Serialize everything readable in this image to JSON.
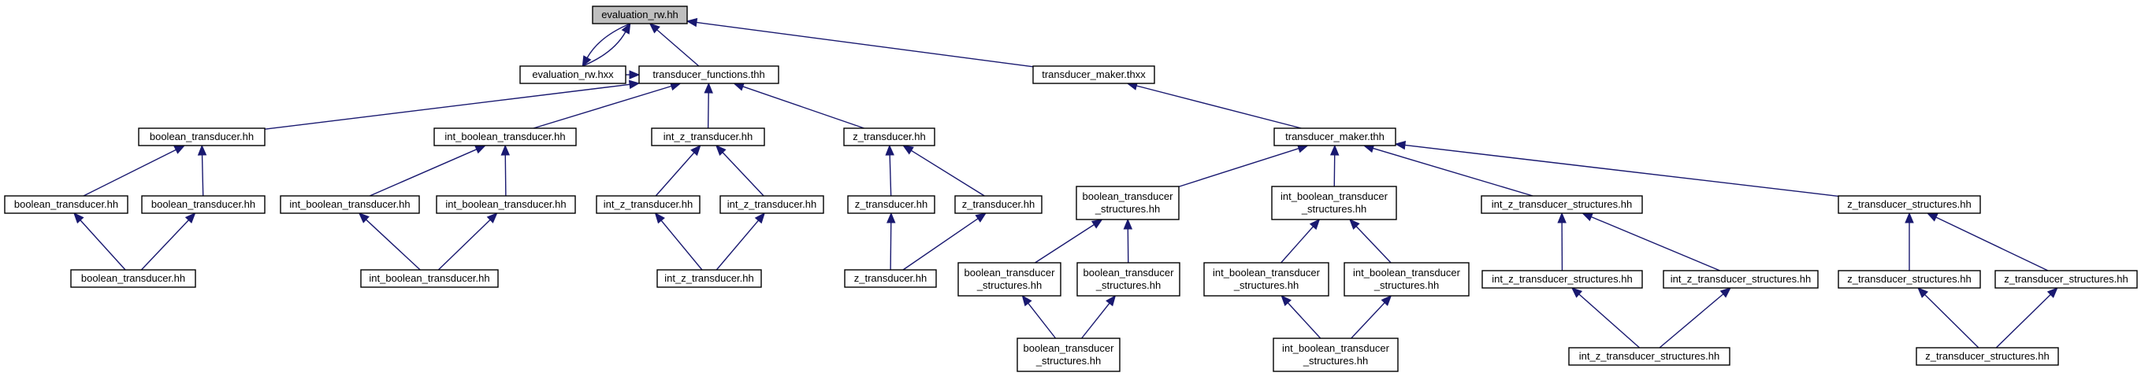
{
  "graph": {
    "colors": {
      "edge": "#191970",
      "node_border": "#000000",
      "node_fill": "#ffffff",
      "root_fill": "#bfbfbf"
    },
    "nodes": [
      {
        "id": "n0",
        "lines": [
          "evaluation_rw.hh"
        ],
        "root": true
      },
      {
        "id": "n1",
        "lines": [
          "evaluation_rw.hxx"
        ]
      },
      {
        "id": "n2",
        "lines": [
          "transducer_functions.thh"
        ]
      },
      {
        "id": "n3",
        "lines": [
          "transducer_maker.thxx"
        ]
      },
      {
        "id": "n4",
        "lines": [
          "boolean_transducer.hh"
        ]
      },
      {
        "id": "n5",
        "lines": [
          "int_boolean_transducer.hh"
        ]
      },
      {
        "id": "n6",
        "lines": [
          "int_z_transducer.hh"
        ]
      },
      {
        "id": "n7",
        "lines": [
          "z_transducer.hh"
        ]
      },
      {
        "id": "n8",
        "lines": [
          "transducer_maker.thh"
        ]
      },
      {
        "id": "n9",
        "lines": [
          "boolean_transducer.hh"
        ]
      },
      {
        "id": "n10",
        "lines": [
          "boolean_transducer.hh"
        ]
      },
      {
        "id": "n11",
        "lines": [
          "int_boolean_transducer.hh"
        ]
      },
      {
        "id": "n12",
        "lines": [
          "int_boolean_transducer.hh"
        ]
      },
      {
        "id": "n13",
        "lines": [
          "int_z_transducer.hh"
        ]
      },
      {
        "id": "n14",
        "lines": [
          "int_z_transducer.hh"
        ]
      },
      {
        "id": "n15",
        "lines": [
          "z_transducer.hh"
        ]
      },
      {
        "id": "n16",
        "lines": [
          "z_transducer.hh"
        ]
      },
      {
        "id": "n17",
        "lines": [
          "boolean_transducer",
          "_structures.hh"
        ]
      },
      {
        "id": "n18",
        "lines": [
          "int_boolean_transducer",
          "_structures.hh"
        ]
      },
      {
        "id": "n19",
        "lines": [
          "int_z_transducer_structures.hh"
        ]
      },
      {
        "id": "n20",
        "lines": [
          "z_transducer_structures.hh"
        ]
      },
      {
        "id": "n21",
        "lines": [
          "boolean_transducer.hh"
        ]
      },
      {
        "id": "n22",
        "lines": [
          "int_boolean_transducer.hh"
        ]
      },
      {
        "id": "n23",
        "lines": [
          "int_z_transducer.hh"
        ]
      },
      {
        "id": "n24",
        "lines": [
          "z_transducer.hh"
        ]
      },
      {
        "id": "n25",
        "lines": [
          "boolean_transducer",
          "_structures.hh"
        ]
      },
      {
        "id": "n26",
        "lines": [
          "boolean_transducer",
          "_structures.hh"
        ]
      },
      {
        "id": "n27",
        "lines": [
          "int_boolean_transducer",
          "_structures.hh"
        ]
      },
      {
        "id": "n28",
        "lines": [
          "int_boolean_transducer",
          "_structures.hh"
        ]
      },
      {
        "id": "n29",
        "lines": [
          "int_z_transducer_structures.hh"
        ]
      },
      {
        "id": "n30",
        "lines": [
          "int_z_transducer_structures.hh"
        ]
      },
      {
        "id": "n31",
        "lines": [
          "z_transducer_structures.hh"
        ]
      },
      {
        "id": "n32",
        "lines": [
          "z_transducer_structures.hh"
        ]
      },
      {
        "id": "n33",
        "lines": [
          "boolean_transducer",
          "_structures.hh"
        ]
      },
      {
        "id": "n34",
        "lines": [
          "int_boolean_transducer",
          "_structures.hh"
        ]
      },
      {
        "id": "n35",
        "lines": [
          "int_z_transducer_structures.hh"
        ]
      },
      {
        "id": "n36",
        "lines": [
          "z_transducer_structures.hh"
        ]
      }
    ],
    "edges": [
      {
        "from": "n1",
        "to": "n0"
      },
      {
        "from": "n0",
        "to": "n1"
      },
      {
        "from": "n2",
        "to": "n0"
      },
      {
        "from": "n3",
        "to": "n0"
      },
      {
        "from": "n1",
        "to": "n2"
      },
      {
        "from": "n4",
        "to": "n2"
      },
      {
        "from": "n5",
        "to": "n2"
      },
      {
        "from": "n6",
        "to": "n2"
      },
      {
        "from": "n7",
        "to": "n2"
      },
      {
        "from": "n8",
        "to": "n3"
      },
      {
        "from": "n9",
        "to": "n4"
      },
      {
        "from": "n10",
        "to": "n4"
      },
      {
        "from": "n21",
        "to": "n9"
      },
      {
        "from": "n21",
        "to": "n10"
      },
      {
        "from": "n11",
        "to": "n5"
      },
      {
        "from": "n12",
        "to": "n5"
      },
      {
        "from": "n22",
        "to": "n11"
      },
      {
        "from": "n22",
        "to": "n12"
      },
      {
        "from": "n13",
        "to": "n6"
      },
      {
        "from": "n14",
        "to": "n6"
      },
      {
        "from": "n23",
        "to": "n13"
      },
      {
        "from": "n23",
        "to": "n14"
      },
      {
        "from": "n15",
        "to": "n7"
      },
      {
        "from": "n16",
        "to": "n7"
      },
      {
        "from": "n24",
        "to": "n15"
      },
      {
        "from": "n24",
        "to": "n16"
      },
      {
        "from": "n17",
        "to": "n8"
      },
      {
        "from": "n18",
        "to": "n8"
      },
      {
        "from": "n19",
        "to": "n8"
      },
      {
        "from": "n20",
        "to": "n8"
      },
      {
        "from": "n25",
        "to": "n17"
      },
      {
        "from": "n26",
        "to": "n17"
      },
      {
        "from": "n33",
        "to": "n25"
      },
      {
        "from": "n33",
        "to": "n26"
      },
      {
        "from": "n27",
        "to": "n18"
      },
      {
        "from": "n28",
        "to": "n18"
      },
      {
        "from": "n34",
        "to": "n27"
      },
      {
        "from": "n34",
        "to": "n28"
      },
      {
        "from": "n29",
        "to": "n19"
      },
      {
        "from": "n30",
        "to": "n19"
      },
      {
        "from": "n35",
        "to": "n29"
      },
      {
        "from": "n35",
        "to": "n30"
      },
      {
        "from": "n31",
        "to": "n20"
      },
      {
        "from": "n32",
        "to": "n20"
      },
      {
        "from": "n36",
        "to": "n31"
      },
      {
        "from": "n36",
        "to": "n32"
      }
    ]
  }
}
